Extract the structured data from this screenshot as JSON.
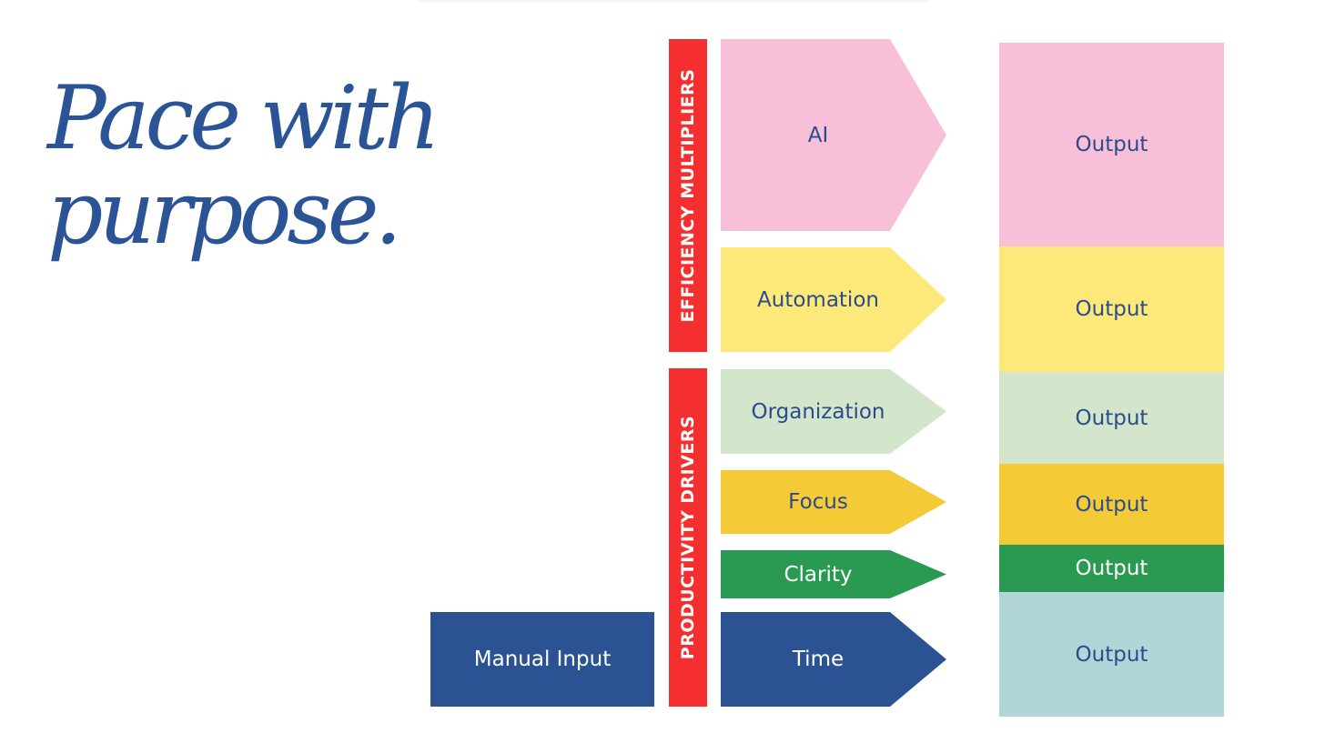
{
  "title": {
    "line1": "Pace with",
    "line2": "purpose."
  },
  "groups": {
    "efficiency": "EFFICIENCY MULTIPLIERS",
    "productivity": "PRODUCTIVITY DRIVERS"
  },
  "manual_input": "Manual Input",
  "drivers": [
    {
      "label": "AI",
      "color": "#f7c0d8"
    },
    {
      "label": "Automation",
      "color": "#fde979"
    },
    {
      "label": "Organization",
      "color": "#d3e6cc"
    },
    {
      "label": "Focus",
      "color": "#f4ca36"
    },
    {
      "label": "Clarity",
      "color": "#2a9a53"
    },
    {
      "label": "Time",
      "color": "#2b5393"
    }
  ],
  "outputs": [
    {
      "label": "Output",
      "color": "#f7c0d8"
    },
    {
      "label": "Output",
      "color": "#fde979"
    },
    {
      "label": "Output",
      "color": "#d3e6cc"
    },
    {
      "label": "Output",
      "color": "#f4ca36"
    },
    {
      "label": "Output",
      "color": "#2a9a53"
    },
    {
      "label": "Output",
      "color": "#b2d5d8"
    }
  ],
  "colors": {
    "title": "#2b5496",
    "group_bar": "#f52f2f",
    "text_dark": "#2b4c8c"
  }
}
